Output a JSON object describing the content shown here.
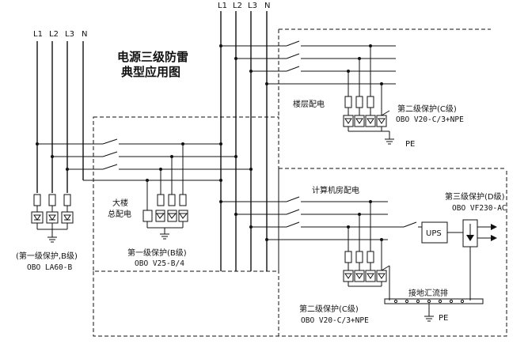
{
  "title": {
    "line1": "电源三级防雷",
    "line2": "典型应用图"
  },
  "phases": [
    "L1",
    "L2",
    "L3",
    "N"
  ],
  "left_feed": {
    "phases": [
      "L1",
      "L2",
      "L3",
      "N"
    ]
  },
  "top_feed": {
    "phases": [
      "L1",
      "L2",
      "L3",
      "N"
    ]
  },
  "stage1": {
    "line1": "(第一级保护,B级)",
    "line2": "OBO    LA60-B"
  },
  "building_panel": {
    "line1": "大楼",
    "line2": "总配电"
  },
  "stage1_b": {
    "line1": "第一级保护(B级)",
    "line2": "OBO  V25-B/4"
  },
  "floor_panel": {
    "label": "楼层配电"
  },
  "stage2_floor": {
    "line1": "第二级保护(C级)",
    "line2": "OBO   V20-C/3+NPE"
  },
  "pe_floor": "PE",
  "computer_room": {
    "label": "计算机房配电"
  },
  "ups": {
    "label": "UPS"
  },
  "stage3": {
    "line1": "第三级保护(D级)",
    "line2": "OBO  VF230-AC"
  },
  "ground_bar": {
    "label": "接地汇流排"
  },
  "stage2_room": {
    "line1": "第二级保护(C级)",
    "line2": "OBO   V20-C/3+NPE"
  },
  "pe_room": "PE",
  "colors": {
    "line": "#111111",
    "background": "#ffffff"
  }
}
